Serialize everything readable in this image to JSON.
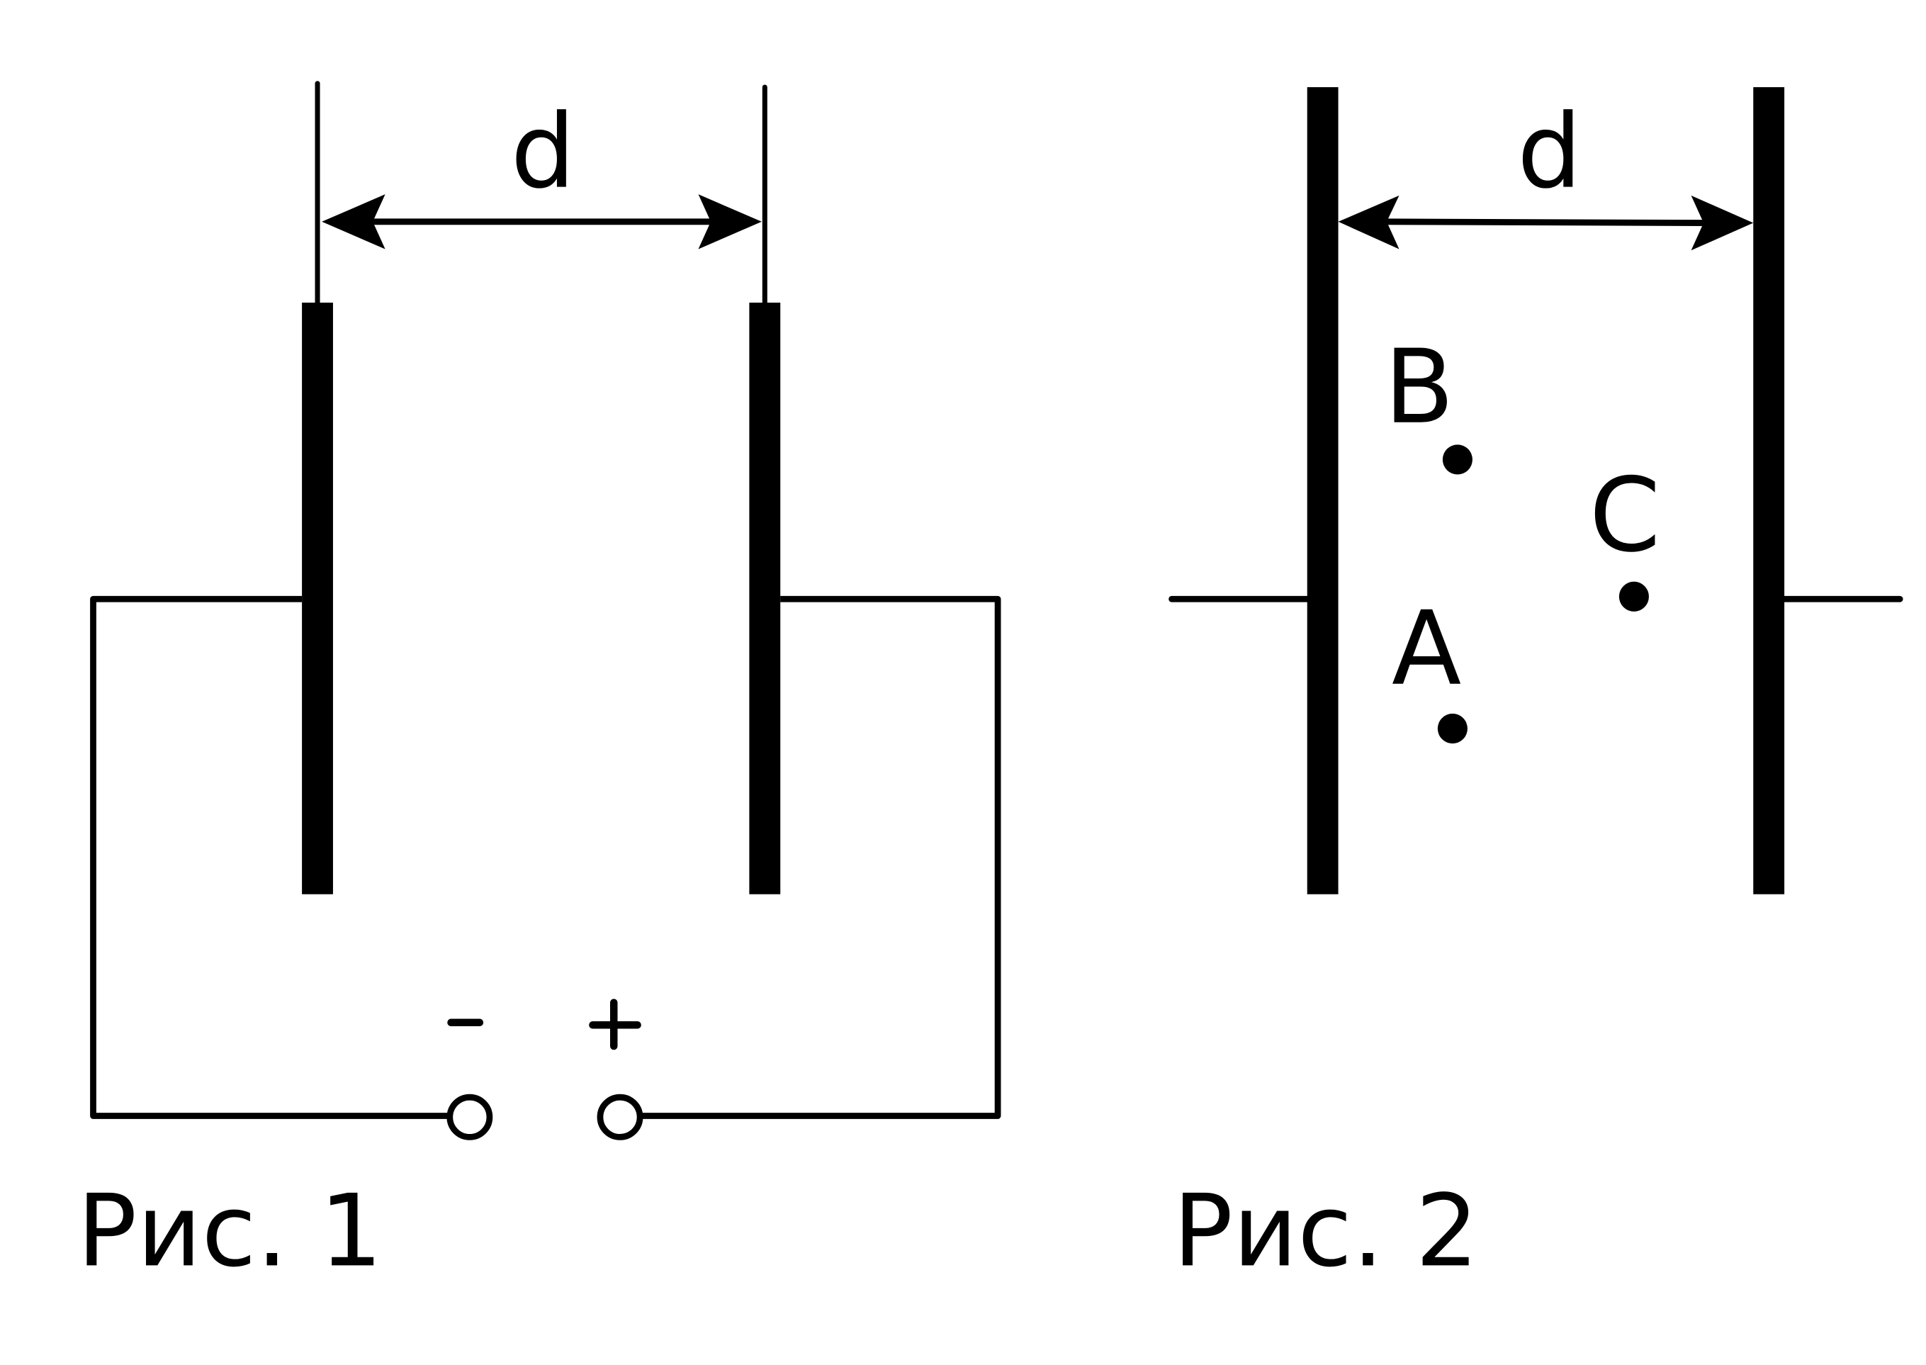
{
  "figure1": {
    "distance_label": "d",
    "minus_sign": "−",
    "plus_sign": "+",
    "caption": "Рис. 1"
  },
  "figure2": {
    "distance_label": "d",
    "points": {
      "A": "A",
      "B": "B",
      "C": "C"
    },
    "caption": "Рис. 2"
  },
  "colors": {
    "ink": "#000000",
    "background": "#ffffff"
  }
}
